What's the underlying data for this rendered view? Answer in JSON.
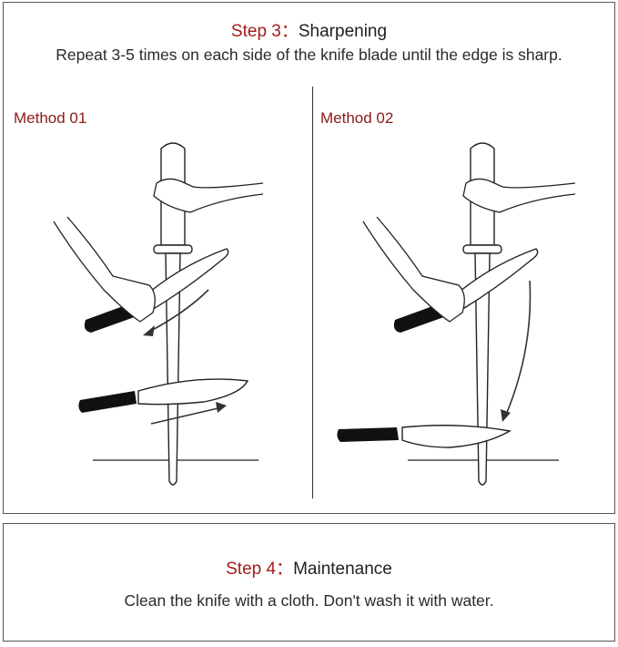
{
  "step3": {
    "step_label": "Step 3",
    "separator": "：",
    "name": "Sharpening",
    "description": "Repeat 3-5 times on each side of the knife blade until the edge is sharp."
  },
  "methods": [
    {
      "label": "Method 01"
    },
    {
      "label": "Method 02"
    }
  ],
  "step4": {
    "step_label": "Step 4",
    "separator": "：",
    "name": "Maintenance",
    "description": "Clean the knife with a cloth. Don't wash it with water."
  },
  "colors": {
    "step_red": "#a51c1c",
    "method_red": "#8b1a1a",
    "line": "#333333"
  },
  "icons": [
    "honing-rod-icon",
    "hand-icon",
    "knife-icon",
    "arrow-icon"
  ]
}
